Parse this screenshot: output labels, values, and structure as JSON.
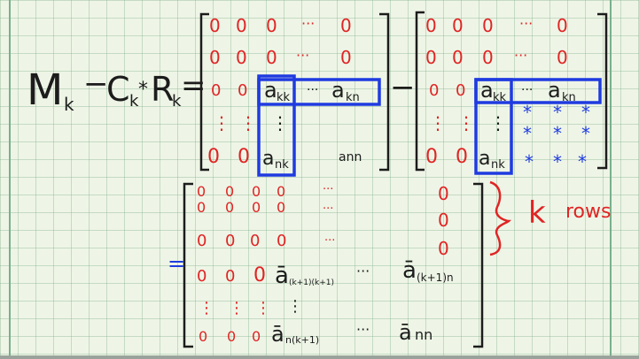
{
  "colors": {
    "ink_black": "#1c1c1c",
    "ink_red": "#e02424",
    "ink_blue": "#1f3be0",
    "paper": "#eef5e6"
  },
  "lhs": {
    "m": "M",
    "m_sub": "k",
    "minus": "−",
    "c": "C",
    "c_sub": "k",
    "star": "*",
    "r": "R",
    "r_sub": "k",
    "equals": "="
  },
  "matrix1": {
    "zero": "0",
    "dots_h": "···",
    "dots_v": "⋮",
    "akk": "a",
    "akk_sub": "kk",
    "akn": "a",
    "akn_sub": "kn",
    "ank": "a",
    "ank_sub": "nk",
    "ann": "ann"
  },
  "minus_between": "−",
  "matrix2": {
    "zero": "0",
    "dots_h": "···",
    "dots_v": "⋮",
    "akk": "a",
    "akk_sub": "kk",
    "akn": "a",
    "akn_sub": "kn",
    "ank": "a",
    "ank_sub": "nk",
    "star": "*"
  },
  "result": {
    "equals": "=",
    "zero": "0",
    "dots_h": "···",
    "dots_v": "⋮",
    "a_bar": "ā",
    "sub_k1k1": "(k+1)(k+1)",
    "sub_k1n": "(k+1)n",
    "sub_nk1": "n(k+1)",
    "sub_nn": "nn",
    "annotation_k": "k",
    "annotation_rows": "rows"
  }
}
